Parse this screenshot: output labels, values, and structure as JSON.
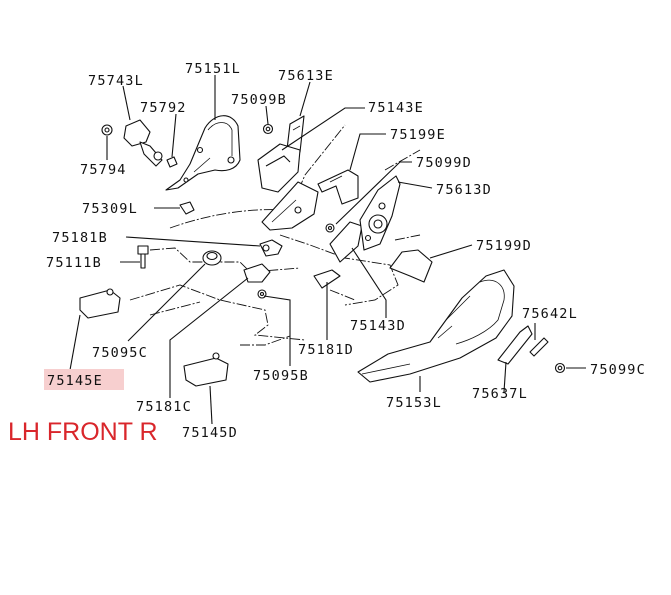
{
  "caption": "LH FRONT R",
  "highlight_color": "#d9262b",
  "highlight_fill": "#f7cfcf",
  "labels": {
    "p75743L": "75743L",
    "p75151L": "75151L",
    "p75613E": "75613E",
    "p75792": "75792",
    "p75099B": "75099B",
    "p75143E": "75143E",
    "p75199E": "75199E",
    "p75794": "75794",
    "p75099D": "75099D",
    "p75613D": "75613D",
    "p75309L": "75309L",
    "p75181B": "75181B",
    "p75199D": "75199D",
    "p75111B": "75111B",
    "p75642L": "75642L",
    "p75143D": "75143D",
    "p75095C": "75095C",
    "p75181D": "75181D",
    "p75099C": "75099C",
    "p75145E": "75145E",
    "p75095B": "75095B",
    "p75153L": "75153L",
    "p75637L": "75637L",
    "p75181C": "75181C",
    "p75145D": "75145D"
  }
}
